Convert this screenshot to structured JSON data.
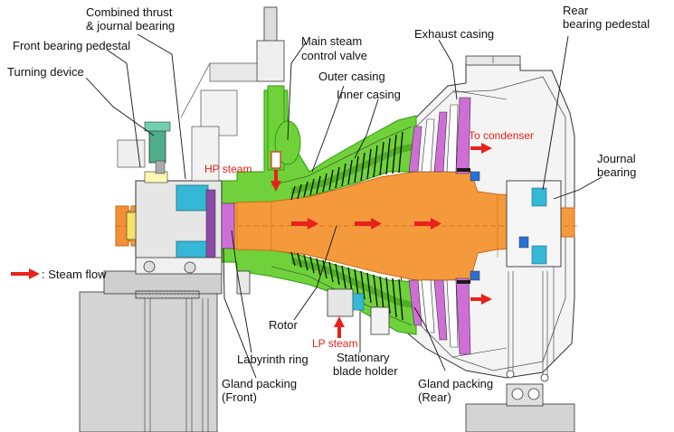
{
  "labels": {
    "combined_thrust_1": "Combined thrust",
    "combined_thrust_2": "& journal bearing",
    "front_pedestal": "Front bearing pedestal",
    "turning_device": "Turning device",
    "main_valve_1": "Main steam",
    "main_valve_2": "control valve",
    "outer_casing": "Outer casing",
    "inner_casing": "Inner casing",
    "exhaust_casing": "Exhaust casing",
    "rear_pedestal_1": "Rear",
    "rear_pedestal_2": "bearing pedestal",
    "journal_1": "Journal",
    "journal_2": "bearing",
    "rotor": "Rotor",
    "labyrinth": "Labyrinth ring",
    "gland_front_1": "Gland packing",
    "gland_front_2": "(Front)",
    "stationary_1": "Stationary",
    "stationary_2": "blade holder",
    "gland_rear_1": "Gland packing",
    "gland_rear_2": "(Rear)",
    "hp_steam": "HP steam",
    "lp_steam": "LP steam",
    "to_condenser": "To condenser",
    "legend_text": ": Steam flow"
  },
  "colors": {
    "rotor": "#f59a3c",
    "rotor_dark": "#c96a14",
    "casing": "#6fd23a",
    "casing_dark": "#2f9a10",
    "blade": "#cf6fd6",
    "bearing": "#35b7d6",
    "steam_arrow": "#e8221a",
    "foundation": "#d4d4d4",
    "metal": "#c8c8c8"
  }
}
